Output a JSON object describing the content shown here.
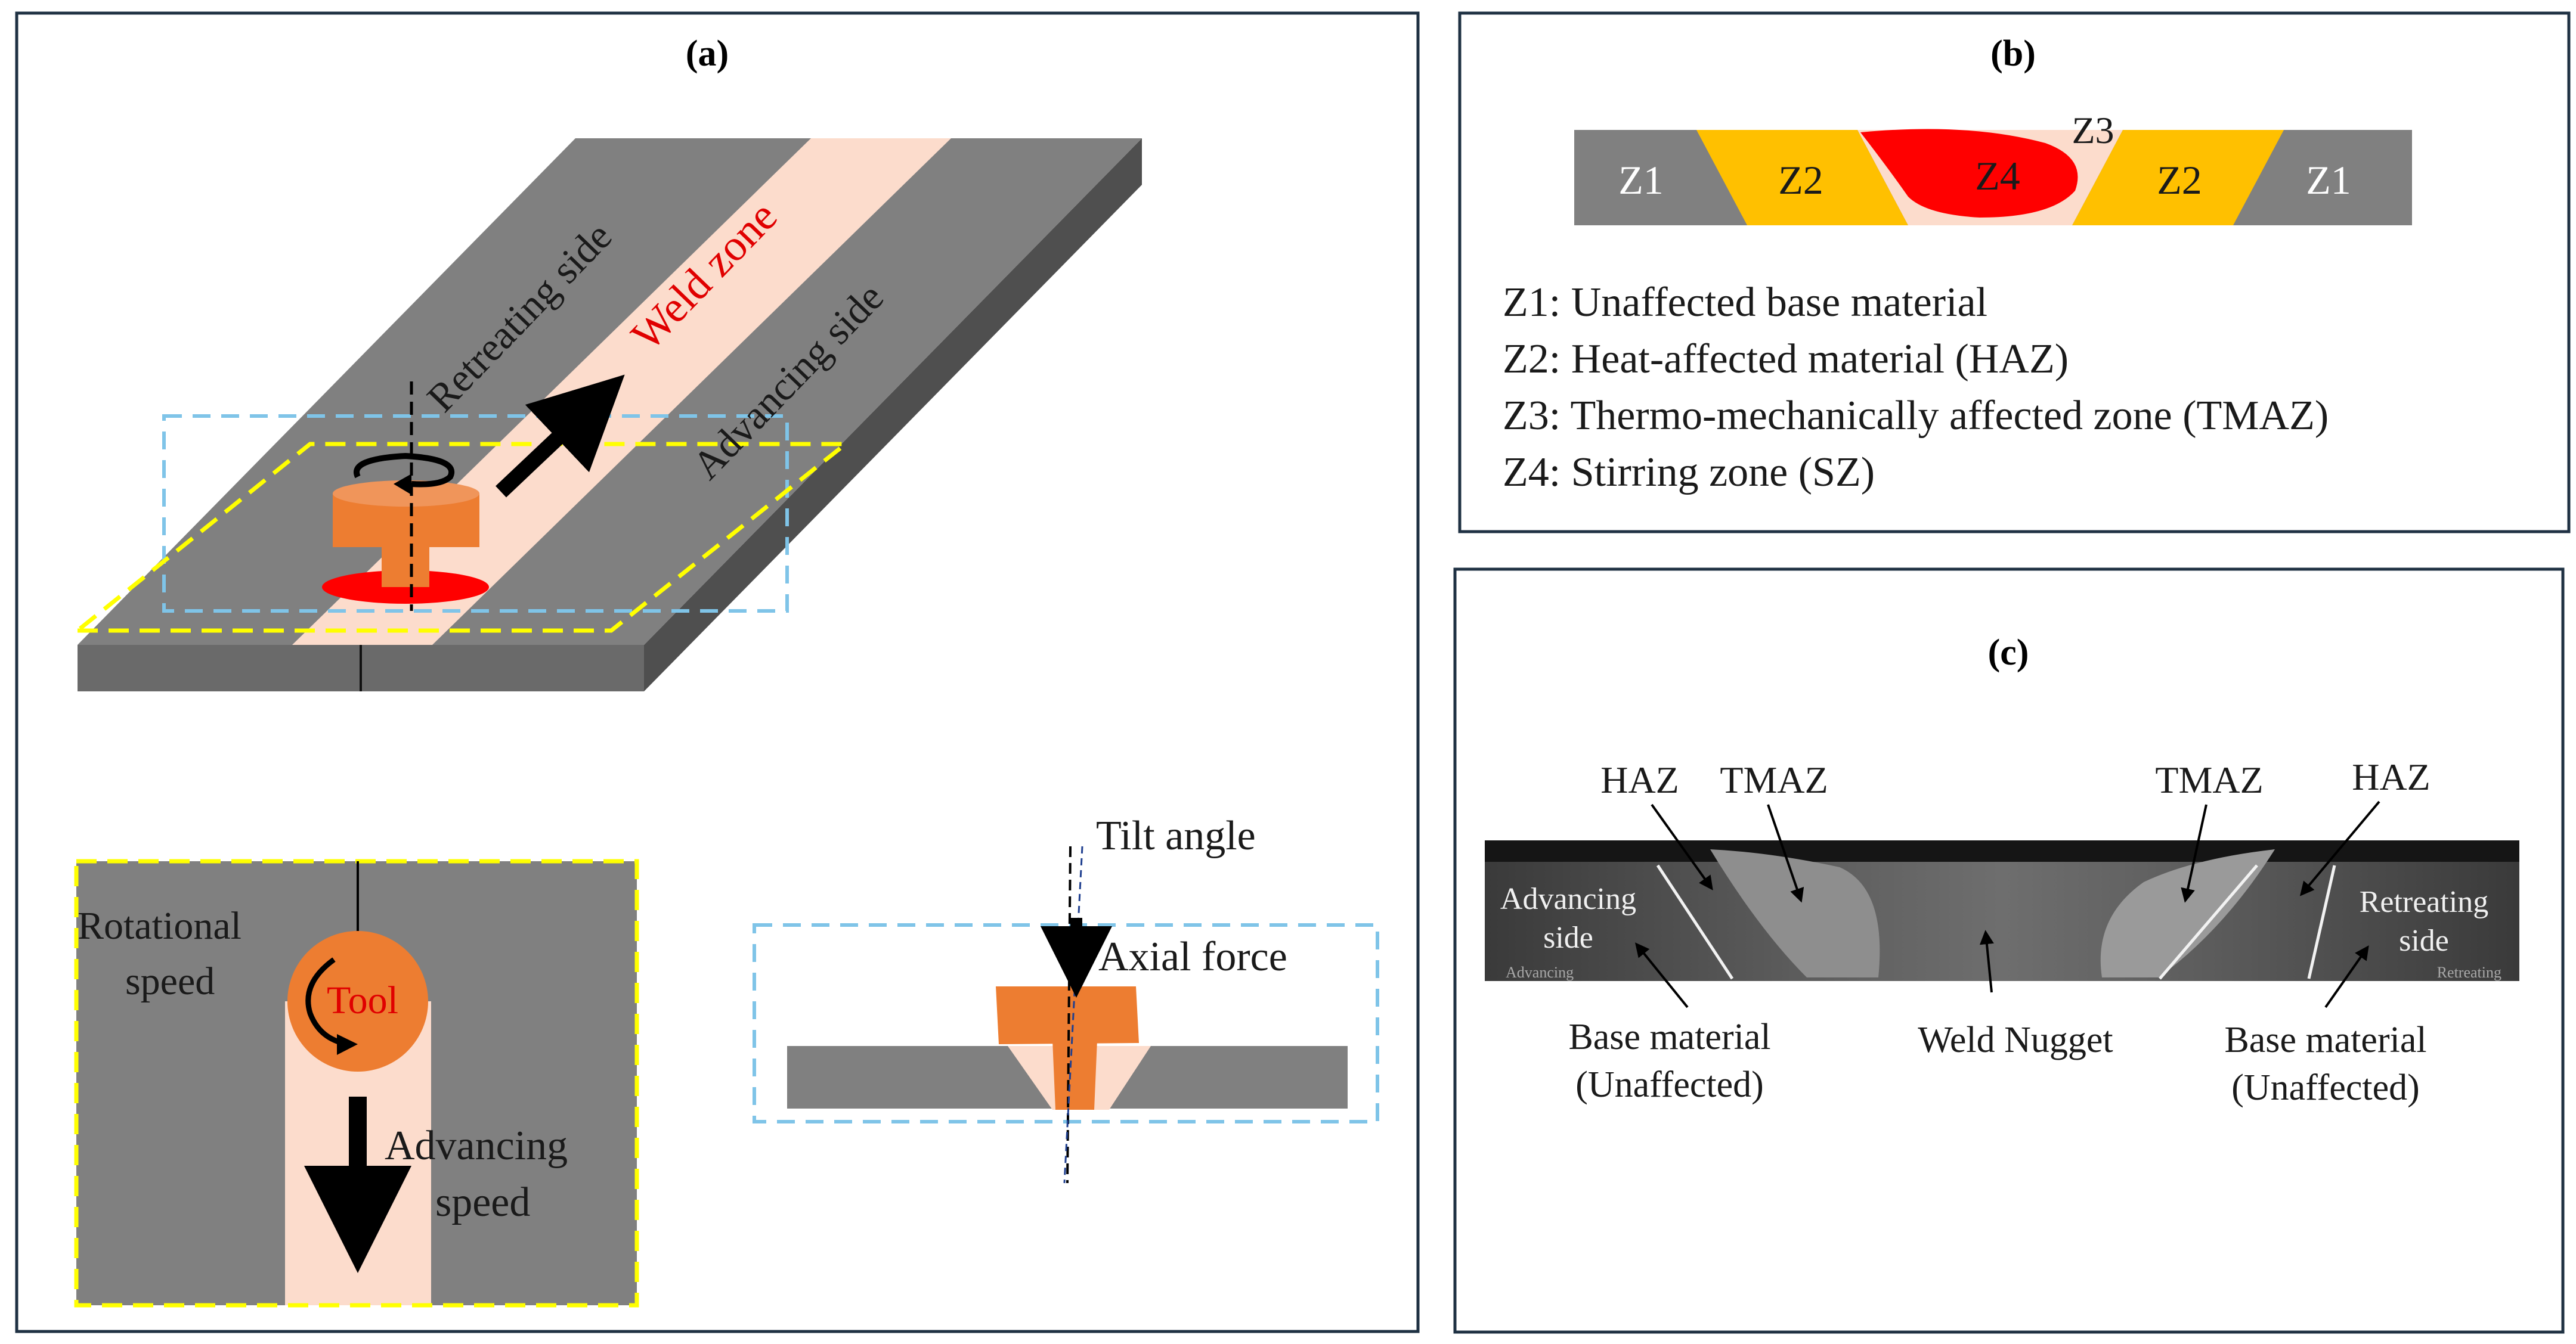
{
  "panel_a": {
    "title": "(a)",
    "labels": {
      "retreating_side": "Retreating side",
      "weld_zone": "Weld zone",
      "advancing_side": "Advancing side",
      "rotational_speed": [
        "Rotational",
        "speed"
      ],
      "tool": "Tool",
      "advancing_speed": [
        "Advancing",
        "speed"
      ],
      "tilt_angle": "Tilt angle",
      "axial_force": "Axial force"
    }
  },
  "panel_b": {
    "title": "(b)",
    "zones": [
      "Z1",
      "Z2",
      "Z4",
      "Z2",
      "Z1"
    ],
    "z3_label": "Z3",
    "legend": [
      "Z1: Unaffected base material",
      "Z2: Heat-affected material (HAZ)",
      "Z3: Thermo-mechanically affected zone (TMAZ)",
      "Z4: Stirring zone (SZ)"
    ]
  },
  "panel_c": {
    "title": "(c)",
    "labels": {
      "haz_left": "HAZ",
      "tmaz_left": "TMAZ",
      "tmaz_right": "TMAZ",
      "haz_right": "HAZ",
      "advancing_side": [
        "Advancing",
        "side"
      ],
      "retreating_side": [
        "Retreating",
        "side"
      ],
      "small_advancing": "Advancing",
      "small_retreating": "Retreating",
      "base_left": [
        "Base material",
        "(Unaffected)"
      ],
      "weld_nugget": "Weld Nugget",
      "base_right": [
        "Base material",
        "(Unaffected)"
      ]
    }
  },
  "colors": {
    "plate_gray": "#808080",
    "plate_side": "#5a5a5a",
    "weld_pink": "#fcdccc",
    "tool_orange": "#ed7d31",
    "stir_red": "#ff0000",
    "haz_yellow": "#ffc000",
    "dash_yellow": "#ffff00",
    "dash_blue": "#7fc4e8",
    "frame": "#1f3143"
  }
}
